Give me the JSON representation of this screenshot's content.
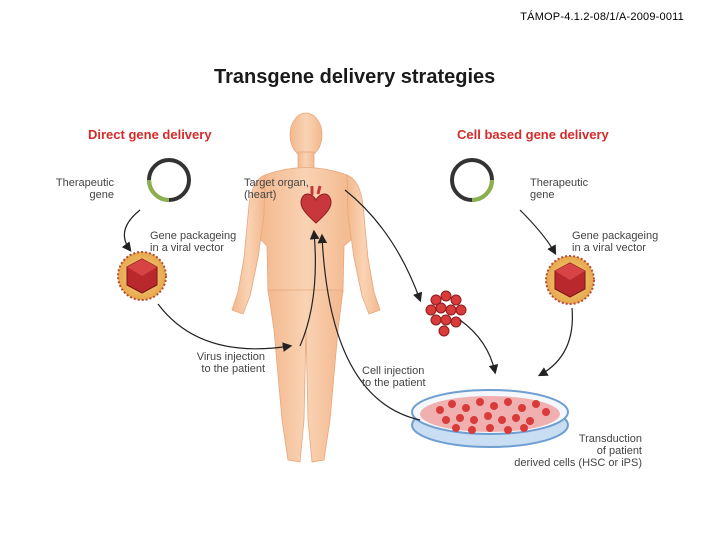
{
  "header_code": "TÁMOP-4.1.2-08/1/A-2009-0011",
  "title": "Transgene delivery strategies",
  "left_panel": {
    "title": "Direct gene delivery",
    "therapeutic_gene": "Therapeutic\ngene",
    "gene_packaging": "Gene packageing\nin a viral vector",
    "virus_injection": "Virus injection\nto the patient"
  },
  "center": {
    "target_organ": "Target organ,\n(heart)",
    "cell_injection": "Cell injection\nto the patient"
  },
  "right_panel": {
    "title": "Cell based gene delivery",
    "therapeutic_gene": "Therapeutic\ngene",
    "gene_packaging": "Gene packageing\nin a viral vector",
    "transduction": "Transduction\nof patient\nderived cells (HSC or iPS)"
  },
  "colors": {
    "accent_red": "#d52b2b",
    "skin": "#f6c9a4",
    "plasmid_green": "#8cb04a",
    "cell_red": "#d93a3a",
    "dish_blue": "#6f9ed3"
  }
}
